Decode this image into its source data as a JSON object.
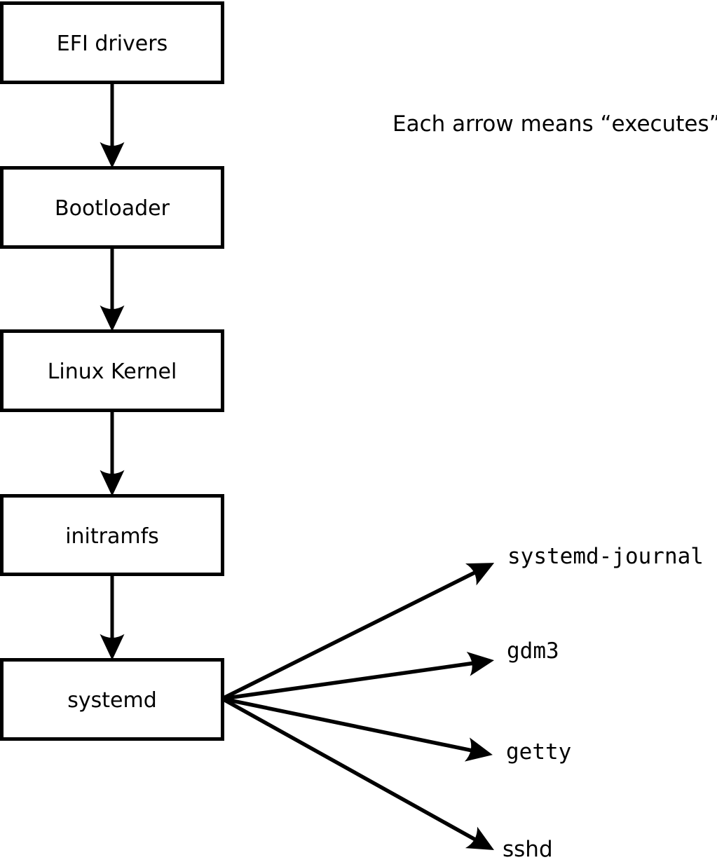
{
  "note": "Each arrow means “executes”.",
  "boot_chain": {
    "boxes": [
      {
        "label": "EFI drivers"
      },
      {
        "label": "Bootloader"
      },
      {
        "label": "Linux Kernel"
      },
      {
        "label": "initramfs"
      },
      {
        "label": "systemd"
      }
    ]
  },
  "spawned_processes": [
    {
      "label": "systemd-journal"
    },
    {
      "label": "gdm3"
    },
    {
      "label": "getty"
    },
    {
      "label": "sshd"
    }
  ],
  "colors": {
    "stroke": "#000000",
    "box_fill": "#ffffff",
    "background": "#ffffff",
    "text": "#000000"
  }
}
